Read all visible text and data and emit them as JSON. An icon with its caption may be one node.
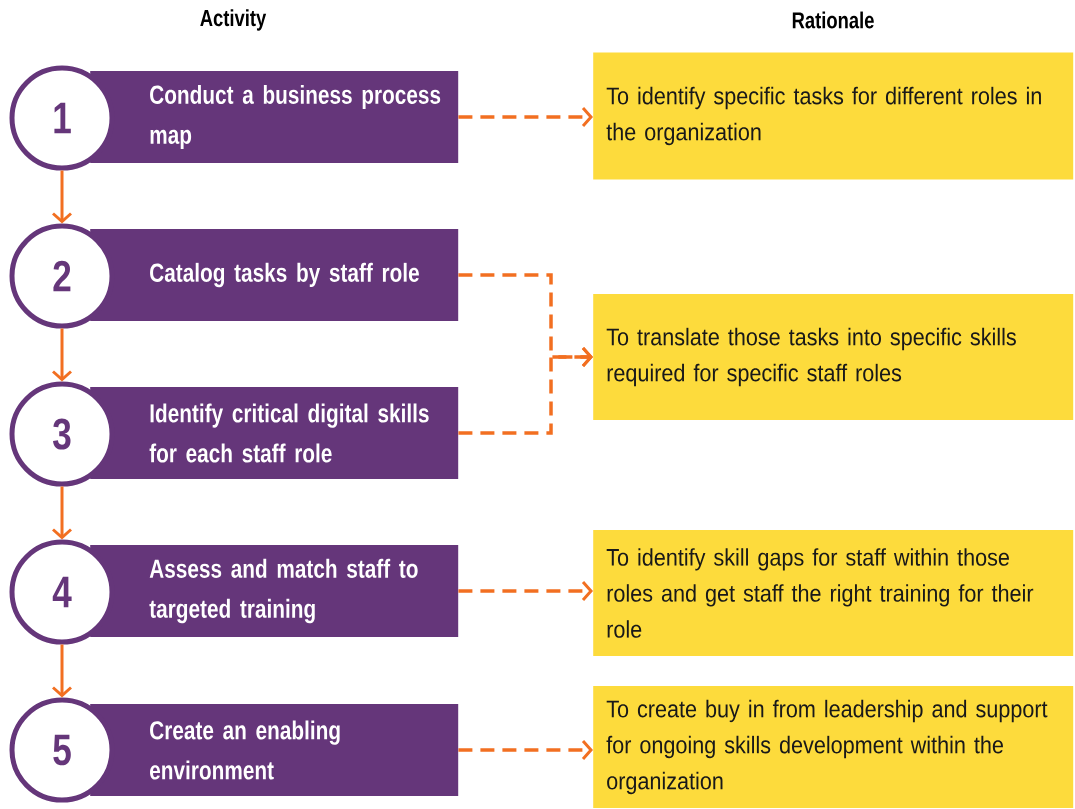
{
  "diagram": {
    "nodes": [
      {
        "text": [
          "1"
        ]
      },
      {
        "text": [
          "Conduct a business process map"
        ]
      },
      {
        "text": [
          "2"
        ]
      },
      {
        "text": [
          "Catalog tasks by staff role"
        ]
      },
      {
        "text": [
          "3"
        ]
      },
      {
        "text": [
          "Identify critical digital skills for each staff role"
        ]
      },
      {
        "text": [
          "4"
        ]
      },
      {
        "text": [
          "Assess and match staff to targeted training"
        ]
      },
      {
        "text": [
          "5"
        ]
      },
      {
        "text": [
          "Create an enabling environment"
        ]
      },
      {
        "text": [
          "To identify specific tasks for different roles in the organization"
        ]
      },
      {
        "text": [
          "To translate those tasks into specific skills required for specific staff roles"
        ]
      },
      {
        "text": [
          "To identify skill gaps for staff within those roles and get staff the right training for their role"
        ]
      },
      {
        "text": [
          "To create buy in from leadership and support for ongoing skills development within the organization"
        ]
      }
    ],
    "edges": [
      {
        "from": 0,
        "to": 2,
        "arrow": "to"
      },
      {
        "from": 2,
        "to": 4,
        "arrow": "to"
      },
      {
        "from": 4,
        "to": 6,
        "arrow": "to"
      },
      {
        "from": 6,
        "to": 8,
        "arrow": "to"
      },
      {
        "from": 1,
        "to": 10,
        "arrow": "to",
        "style": "dashed"
      },
      {
        "from": 3,
        "to": 11,
        "arrow": "to",
        "style": "dashed"
      },
      {
        "from": 5,
        "to": 11,
        "arrow": "to",
        "style": "dashed"
      },
      {
        "from": 7,
        "to": 12,
        "arrow": "to",
        "style": "dashed"
      },
      {
        "from": 9,
        "to": 13,
        "arrow": "to",
        "style": "dashed"
      }
    ],
    "labels": [
      "Activity",
      "Rationale"
    ]
  }
}
